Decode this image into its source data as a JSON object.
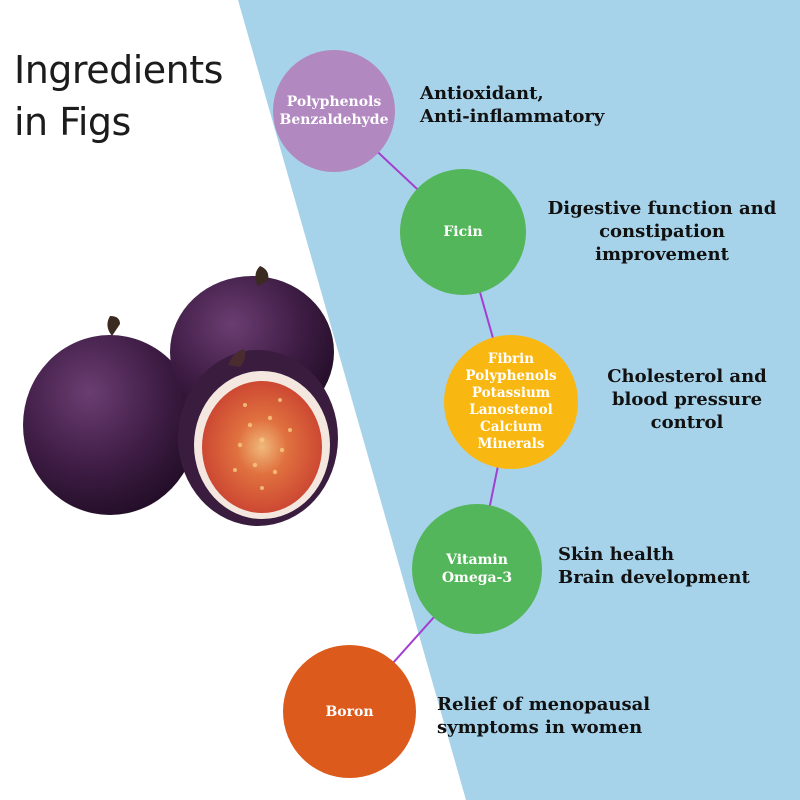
{
  "title": {
    "line1": "Ingredients",
    "line2": "in Figs"
  },
  "colors": {
    "panel": "#a7d3ea",
    "connector": "#a23fd0",
    "purple": "#b188bf",
    "green": "#54b65a",
    "yellow": "#f9b712",
    "orange": "#dc5a1c",
    "fig_skin": "#3a1c3e",
    "fig_flesh": "#d74a3a"
  },
  "image": "fig-fruits-illustration",
  "nodes": [
    {
      "lines": [
        "Polyphenols",
        "Benzaldehyde"
      ],
      "benefit": [
        "Antioxidant,",
        "Anti-inflammatory"
      ]
    },
    {
      "lines": [
        "Ficin"
      ],
      "benefit": [
        "Digestive function and",
        "constipation",
        "improvement"
      ]
    },
    {
      "lines": [
        "Fibrin",
        "Polyphenols",
        "Potassium",
        "Lanostenol",
        "Calcium",
        "Minerals"
      ],
      "benefit": [
        "Cholesterol and",
        "blood pressure",
        "control"
      ]
    },
    {
      "lines": [
        "Vitamin",
        "Omega-3"
      ],
      "benefit": [
        "Skin health",
        "Brain development"
      ]
    },
    {
      "lines": [
        "Boron"
      ],
      "benefit": [
        "Relief of menopausal",
        "symptoms in women"
      ]
    }
  ]
}
